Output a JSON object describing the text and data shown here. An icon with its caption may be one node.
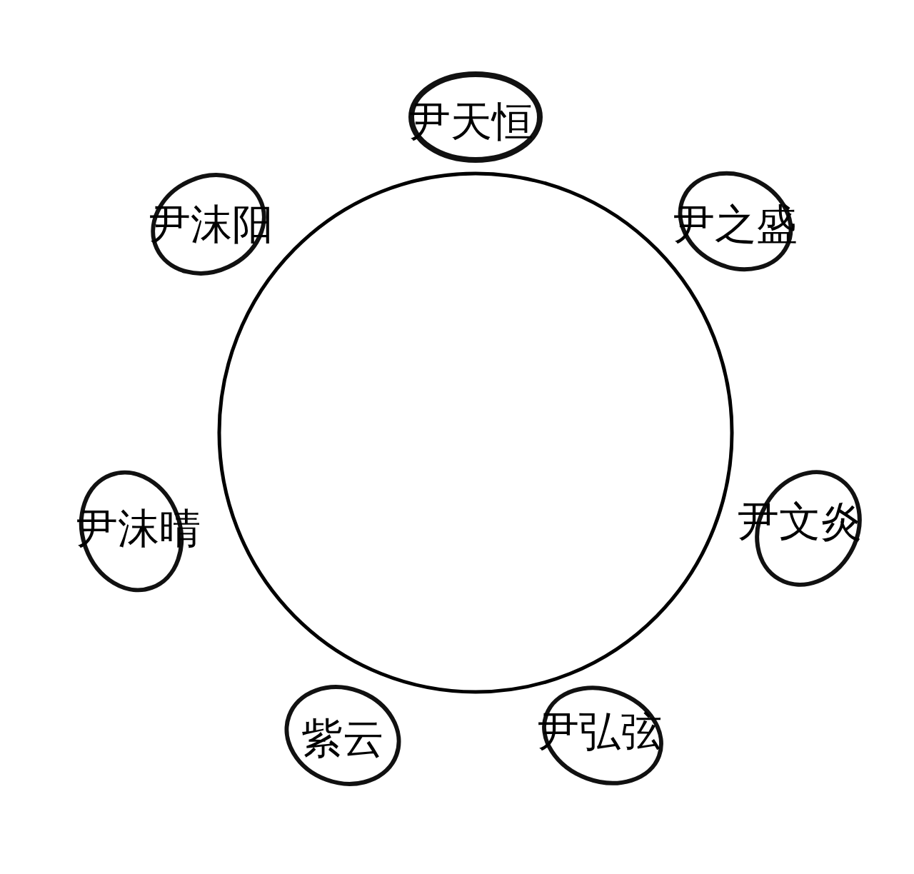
{
  "diagram": {
    "nodes": [
      {
        "text": [],
        "shape": "circle"
      },
      {
        "text": [
          "尹天恒"
        ]
      },
      {
        "text": [
          "尹沫阳"
        ]
      },
      {
        "text": [
          "尹之盛"
        ]
      },
      {
        "text": [
          "尹沫晴"
        ]
      },
      {
        "text": [
          "尹文炎"
        ]
      },
      {
        "text": [
          "紫云"
        ]
      },
      {
        "text": [
          "尹弘弦"
        ]
      }
    ],
    "edges": []
  }
}
